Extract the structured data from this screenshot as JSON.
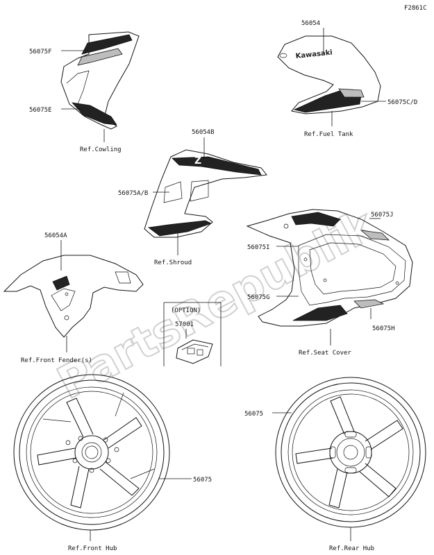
{
  "figure_code": "F2861C",
  "watermark": "PartsRepublik",
  "parts": {
    "p56075F": "56075F",
    "p56075E": "56075E",
    "p56054": "56054",
    "p56075CD": "56075C/D",
    "p56054B": "56054B",
    "p56075AB": "56075A/B",
    "p56075J": "56075J",
    "p56075I": "56075I",
    "p56075G": "56075G",
    "p56075H": "56075H",
    "p56054A": "56054A",
    "p57001": "57001",
    "p56075_front": "56075",
    "p56075_rear": "56075"
  },
  "option_label": "(OPTION)",
  "tank_logo": "Kawasaki",
  "refs": {
    "cowling": "Ref.Cowling",
    "fuel_tank": "Ref.Fuel Tank",
    "shroud": "Ref.Shroud",
    "seat_cover": "Ref.Seat Cover",
    "front_fender": "Ref.Front Fender(s)",
    "front_hub": "Ref.Front Hub",
    "rear_hub": "Ref.Rear Hub"
  }
}
